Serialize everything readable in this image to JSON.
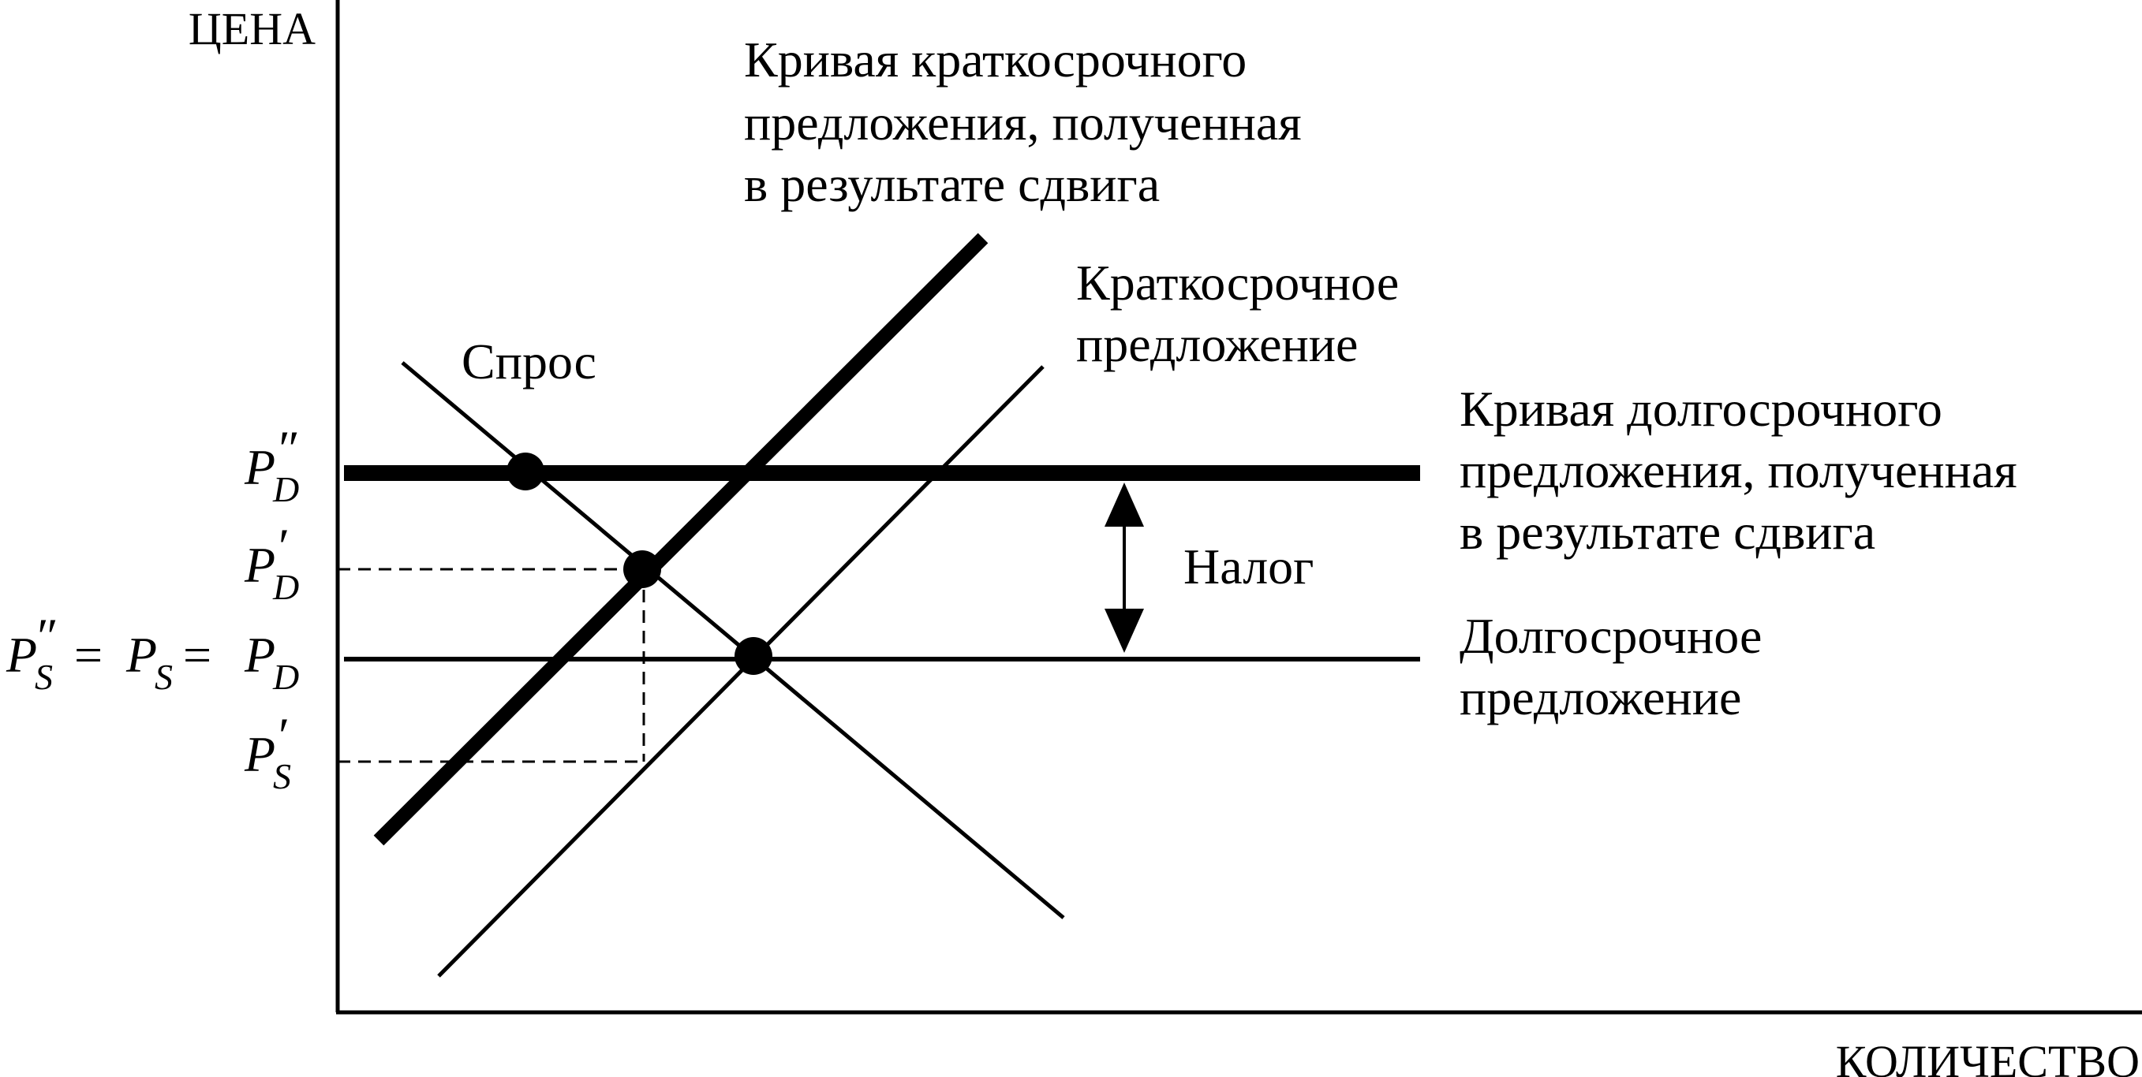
{
  "axes": {
    "y_label": "ЦЕНА",
    "x_label": "КОЛИЧЕСТВО"
  },
  "curves": {
    "demand": {
      "label": "Спрос"
    },
    "short_run_supply": {
      "label_lines": [
        "Краткосрочное",
        "предложение"
      ]
    },
    "short_run_supply_shifted": {
      "label_lines": [
        "Кривая краткосрочного",
        "предложения, полученная",
        "в результате сдвига"
      ]
    },
    "long_run_supply_shifted": {
      "label_lines": [
        "Кривая долгосрочного",
        "предложения, полученная",
        "в результате сдвига"
      ]
    },
    "long_run_supply": {
      "label_lines": [
        "Долгосрочное",
        "предложение"
      ]
    }
  },
  "tax": {
    "label": "Налог"
  },
  "price_labels": {
    "pd_double": {
      "base": "P",
      "prime": "″",
      "sub": "D"
    },
    "pd_single": {
      "base": "P",
      "prime": "′",
      "sub": "D"
    },
    "equilibrium": {
      "a_base": "P",
      "a_prime": "″",
      "a_sub": "S",
      "eq1": " = ",
      "b_base": "P",
      "b_sub": "S",
      "eq2": "= ",
      "c_base": "P",
      "c_sub": "D"
    },
    "ps_single": {
      "base": "P",
      "prime": "′",
      "sub": "S"
    }
  }
}
